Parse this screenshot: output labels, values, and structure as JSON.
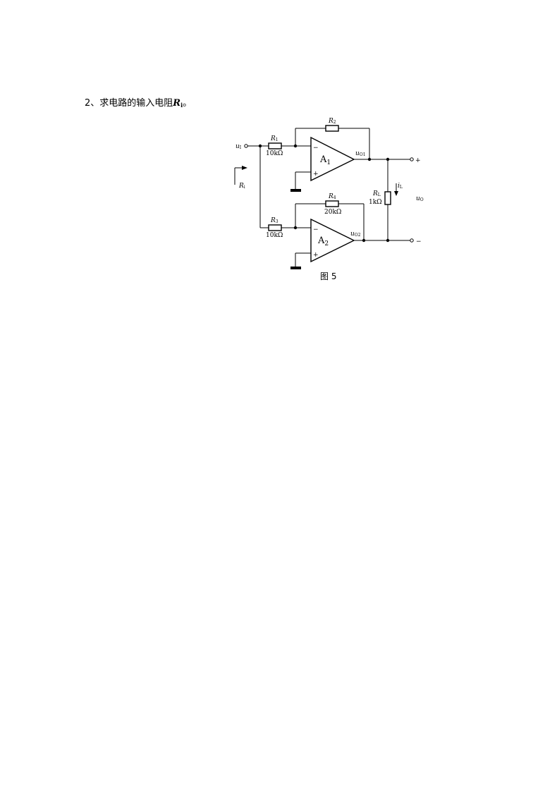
{
  "question": {
    "prefix": "2、求电路的输入电阻",
    "var": "R",
    "sub": "i",
    "suffix": "。"
  },
  "circuit": {
    "input": {
      "var": "u",
      "sub": "I"
    },
    "resistors": {
      "r1_top": {
        "var": "R",
        "sub": "1",
        "value": "10kΩ"
      },
      "r2": {
        "var": "R",
        "sub": "2"
      },
      "r3": {
        "var": "R",
        "sub": "3",
        "value": "10kΩ"
      },
      "r4": {
        "var": "R",
        "sub": "4",
        "value": "20kΩ"
      },
      "rl": {
        "var": "R",
        "sub": "L",
        "value": "1kΩ"
      }
    },
    "amp1": {
      "letter": "A",
      "sub": "1",
      "minus": "−",
      "plus": "+",
      "out_var": "u",
      "out_sub": "O1"
    },
    "amp2": {
      "letter": "A",
      "sub": "2",
      "minus": "−",
      "plus": "+",
      "out_var": "u",
      "out_sub": "O2"
    },
    "load_current": {
      "var": "i",
      "sub": "L"
    },
    "output": {
      "var": "u",
      "sub": "O",
      "plus": "+",
      "minus": "−"
    },
    "input_resistance": {
      "var": "R",
      "sub": "i"
    },
    "caption": "图 5"
  }
}
